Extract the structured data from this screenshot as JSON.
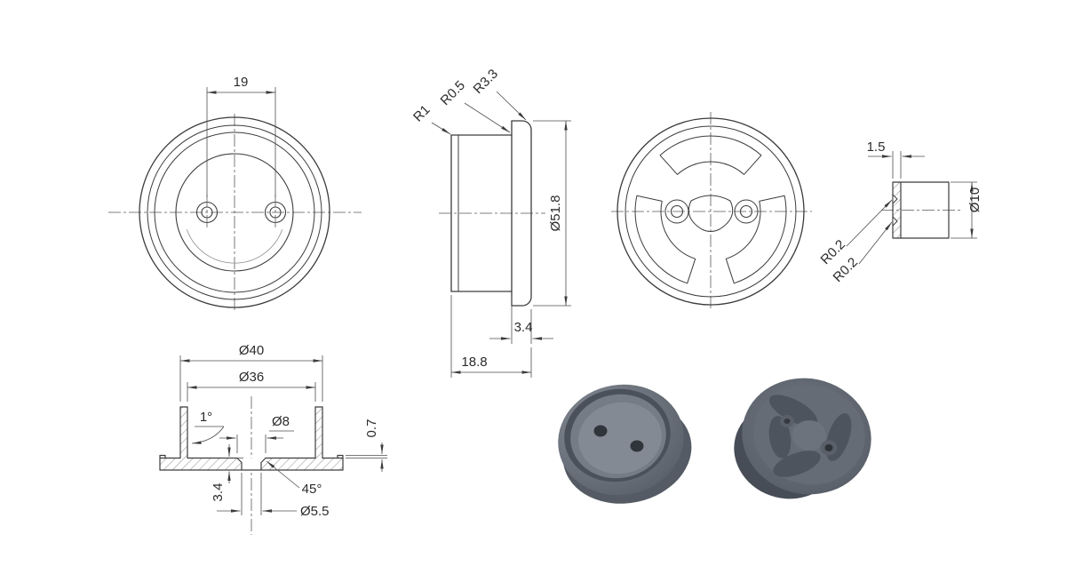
{
  "colors": {
    "background": "#ffffff",
    "object_line": "#3c3c3c",
    "dimension_line": "#4d4d4d",
    "text": "#2b2b2b",
    "render_body_grey": "#6a707a",
    "render_dark_grey": "#4b515a"
  },
  "views": {
    "front": {
      "dims": {
        "hole_spacing": "19"
      }
    },
    "side": {
      "dims": {
        "fillet_r1": "R1",
        "fillet_r05": "R0.5",
        "fillet_r33": "R3.3",
        "outer_diameter": "Ø51.8",
        "flange_thickness": "3.4",
        "overall_depth": "18.8"
      }
    },
    "rim_detail": {
      "dims": {
        "wall_thickness": "1.5",
        "rim_diameter": "Ø10",
        "groove_radius_top": "R0.2",
        "groove_radius_bottom": "R0.2"
      }
    },
    "section": {
      "dims": {
        "outer_diameter": "Ø40",
        "inner_diameter": "Ø36",
        "draft_angle": "1°",
        "counterbore_diameter": "Ø8",
        "lip_height": "0.7",
        "base_thickness": "3.4",
        "chamfer_angle": "45°",
        "hole_diameter": "Ø5.5"
      }
    }
  }
}
